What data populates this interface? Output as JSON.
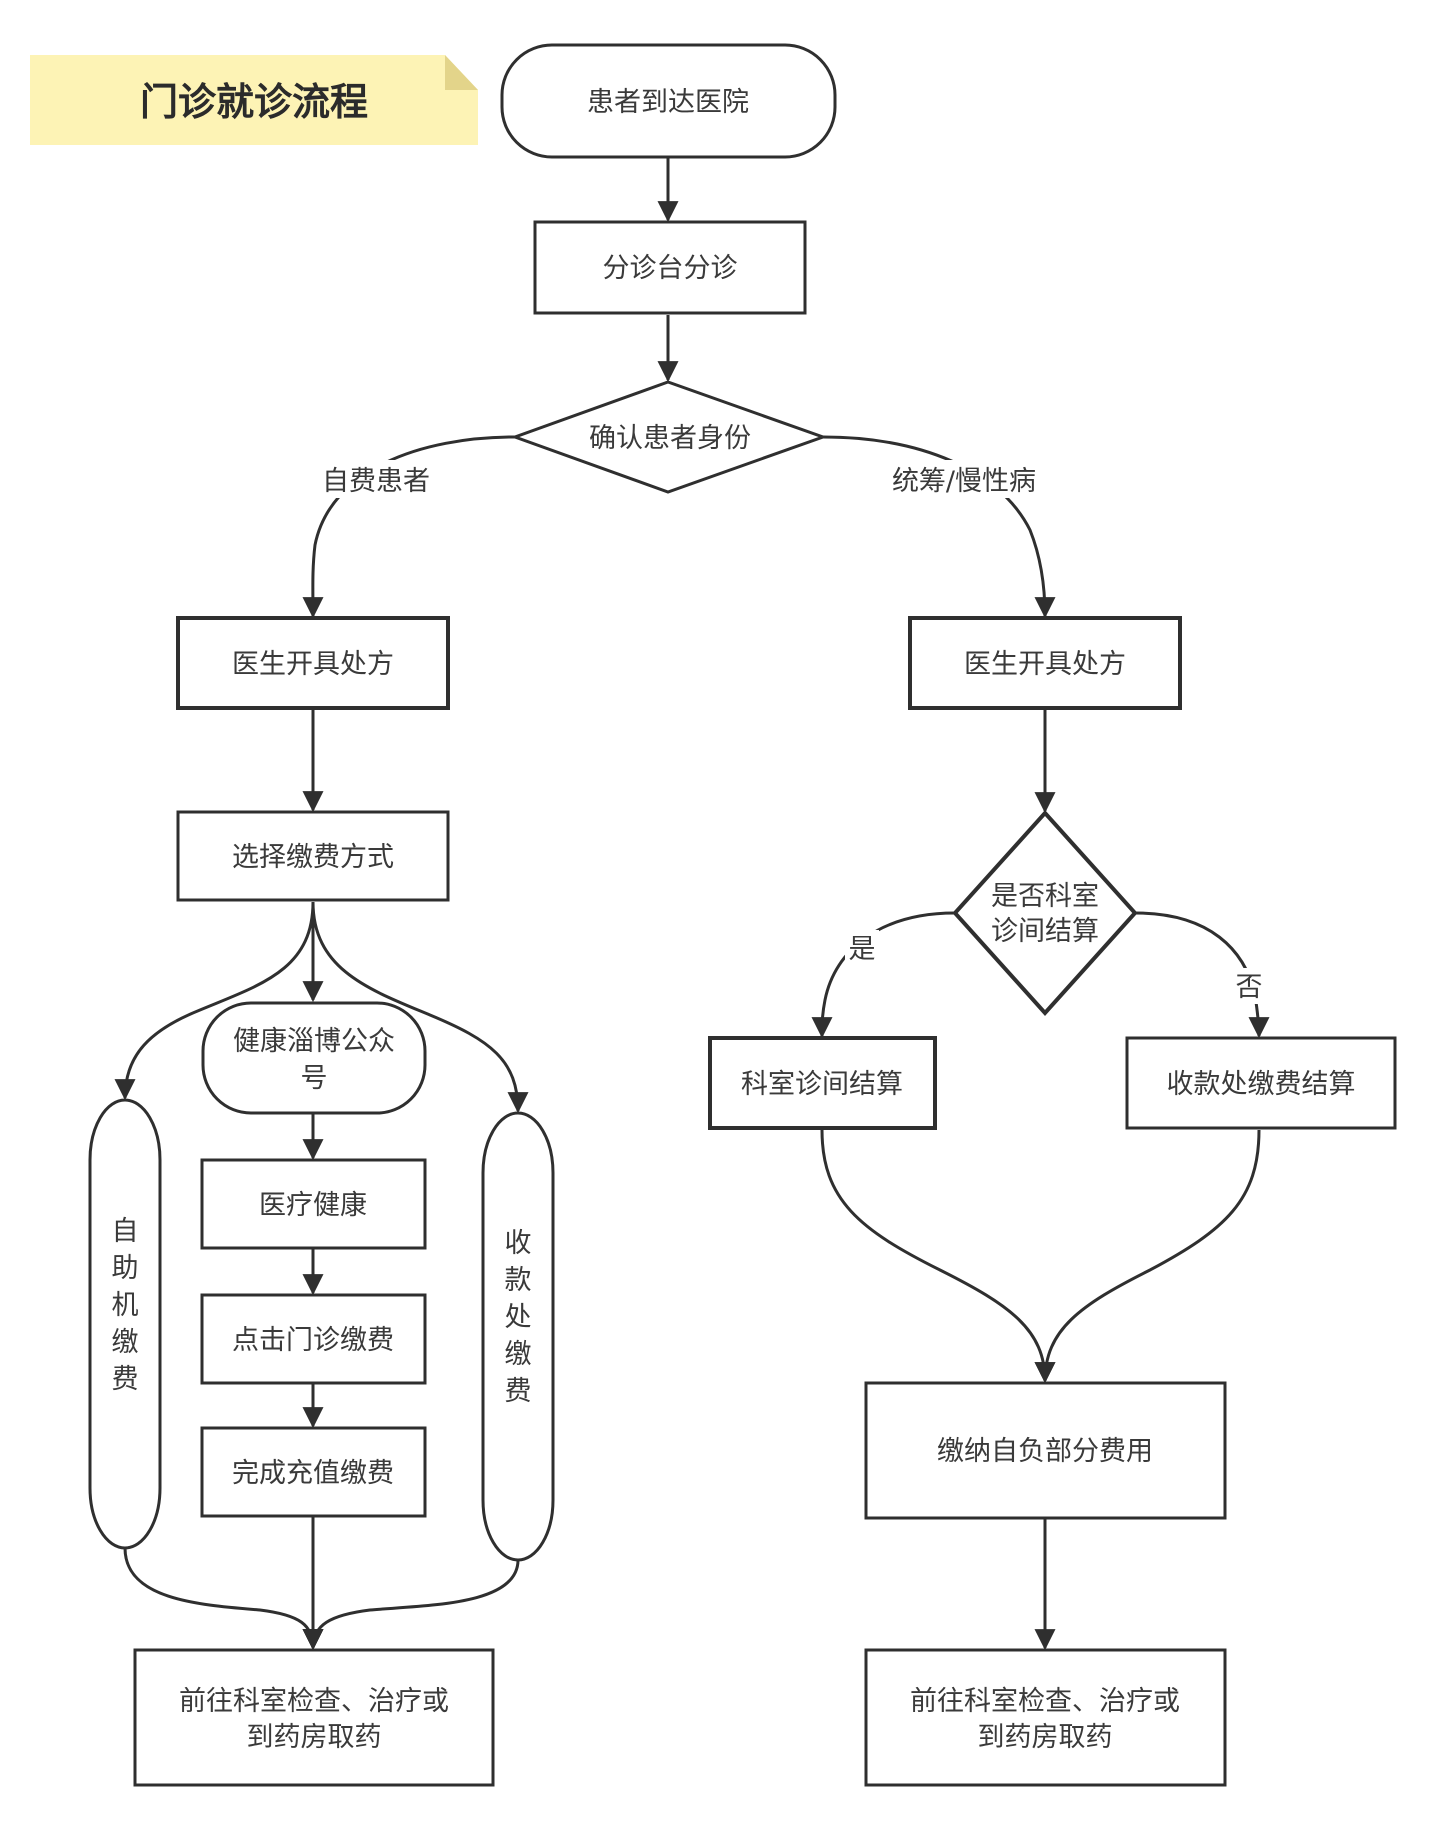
{
  "title": "门诊就诊流程",
  "colors": {
    "note_fill": "#fdf3b5",
    "note_fold": "#e3d48a",
    "stroke": "#2f2f2f",
    "text": "#3a3a3a"
  },
  "nodes": {
    "start": "患者到达医院",
    "triage": "分诊台分诊",
    "confirm_identity": "确认患者身份",
    "left": {
      "prescription": "医生开具处方",
      "choose_payment": "选择缴费方式",
      "wechat_account": [
        "健康淄博公众",
        "号"
      ],
      "medical_health": "医疗健康",
      "click_outpatient_pay": "点击门诊缴费",
      "finish_recharge": "完成充值缴费",
      "self_service": [
        "自",
        "助",
        "机",
        "缴",
        "费"
      ],
      "cashier": [
        "收",
        "款",
        "处",
        "缴",
        "费"
      ],
      "end": [
        "前往科室检查、治疗或",
        "到药房取药"
      ]
    },
    "right": {
      "prescription": "医生开具处方",
      "dept_settlement_question": [
        "是否科室",
        "诊间结算"
      ],
      "dept_settlement": "科室诊间结算",
      "cashier_settlement": "收款处缴费结算",
      "pay_self_portion": "缴纳自负部分费用",
      "end": [
        "前往科室检查、治疗或",
        "到药房取药"
      ]
    }
  },
  "edge_labels": {
    "self_pay": "自费患者",
    "pooled_chronic": "统筹/慢性病",
    "yes": "是",
    "no": "否"
  }
}
